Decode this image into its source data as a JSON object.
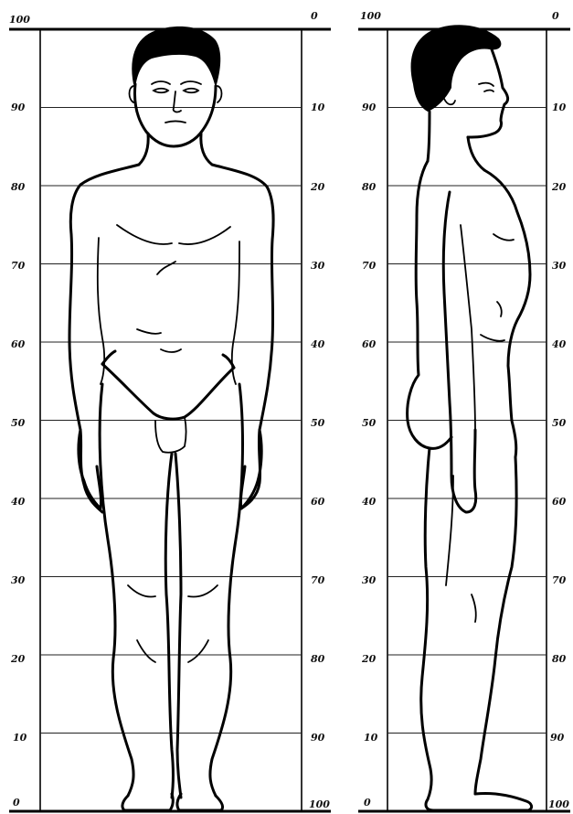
{
  "figure": {
    "front_panel": {
      "left_scale": [
        "100",
        "90",
        "80",
        "70",
        "60",
        "50",
        "40",
        "30",
        "20",
        "10",
        "0"
      ],
      "right_scale": [
        "0",
        "10",
        "20",
        "30",
        "40",
        "50",
        "60",
        "70",
        "80",
        "90",
        "100"
      ]
    },
    "side_panel": {
      "left_scale": [
        "100",
        "90",
        "80",
        "70",
        "60",
        "50",
        "40",
        "30",
        "20",
        "10",
        "0"
      ],
      "right_scale": [
        "0",
        "10",
        "20",
        "30",
        "40",
        "50",
        "60",
        "70",
        "80",
        "90",
        "100"
      ]
    },
    "views": [
      "front-view-figure",
      "side-view-figure"
    ],
    "line_color": "#000000",
    "background_color": "#ffffff"
  }
}
